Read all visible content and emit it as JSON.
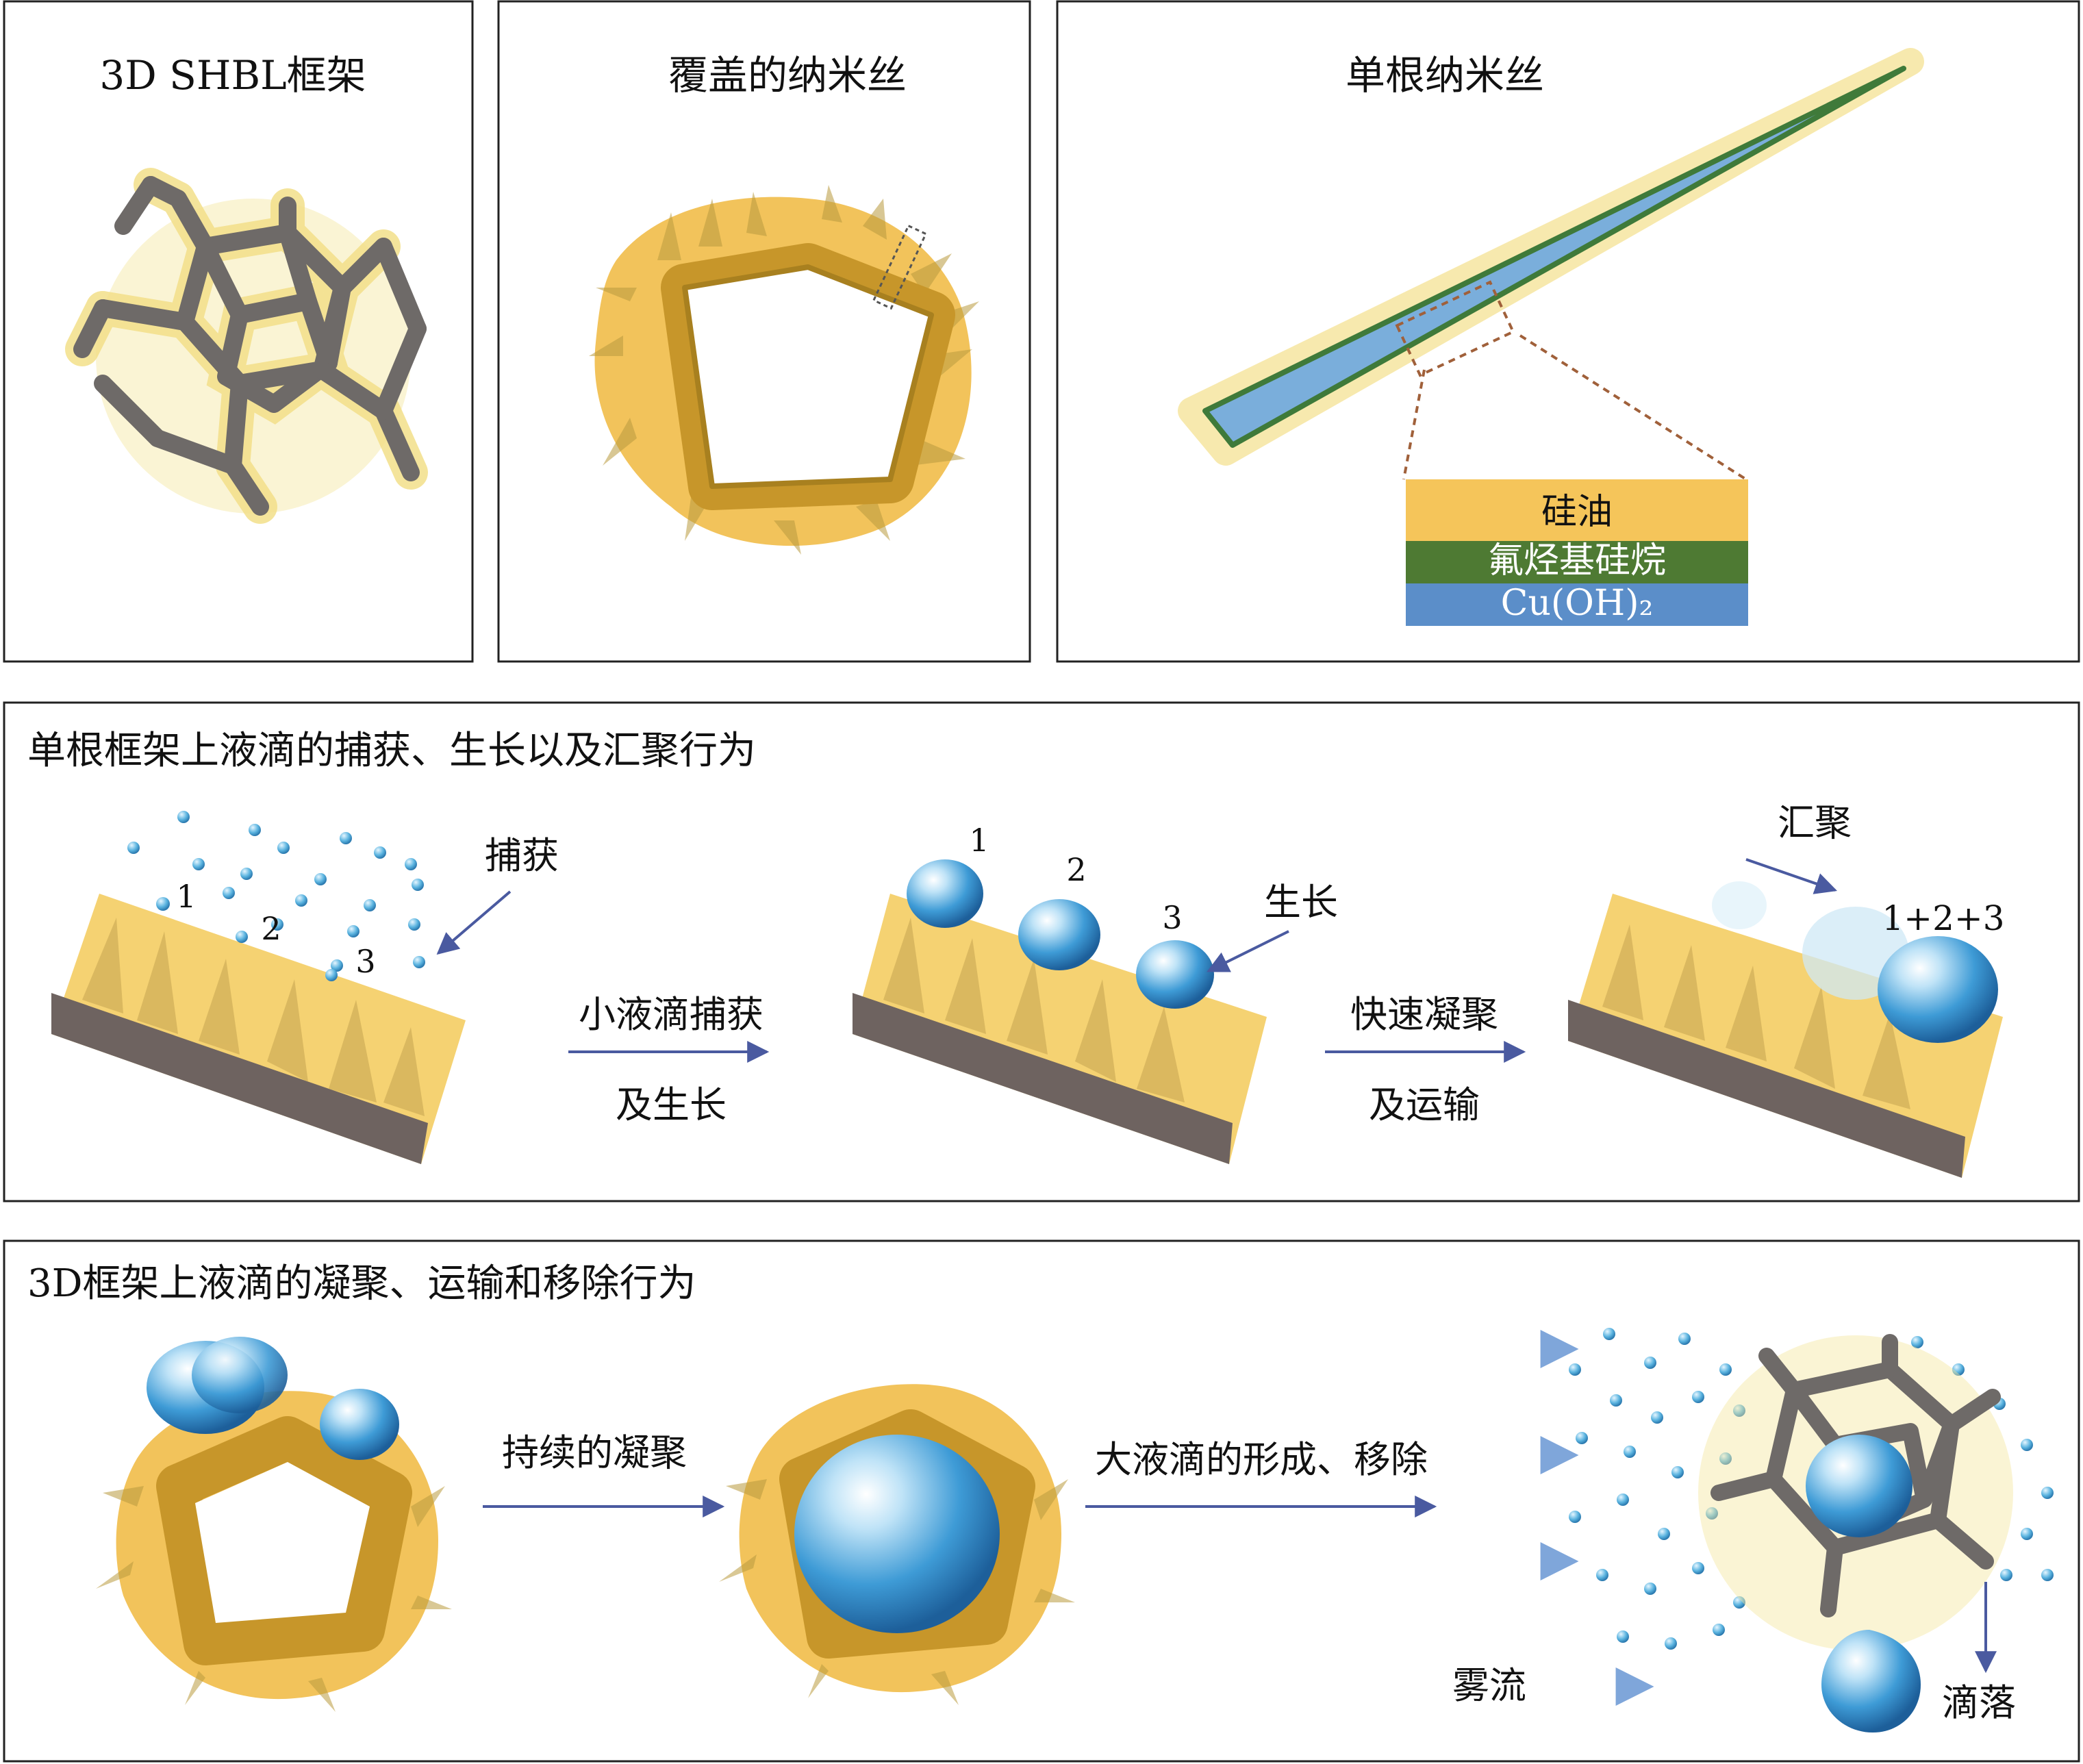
{
  "panel_a": {
    "title": "3D SHBL框架"
  },
  "panel_b": {
    "title": "覆盖的纳米丝"
  },
  "panel_c": {
    "title": "单根纳米丝",
    "layers": [
      {
        "label": "硅油",
        "color": "#F5C55A"
      },
      {
        "label": "氟烃基硅烷",
        "color": "#4E7A33"
      },
      {
        "label": "Cu(OH)₂",
        "color": "#5B8EC9"
      }
    ]
  },
  "middle": {
    "title": "单根框架上液滴的捕获、生长以及汇聚行为",
    "capture_label": "捕获",
    "num1": "1",
    "num2": "2",
    "num3": "3",
    "arrow1_top": "小液滴捕获",
    "arrow1_bottom": "及生长",
    "growth_label": "生长",
    "arrow2_top": "快速凝聚",
    "arrow2_bottom": "及运输",
    "merge_label": "汇聚",
    "merge_sum": "1+2+3"
  },
  "bottom": {
    "title": "3D框架上液滴的凝聚、运输和移除行为",
    "arrow1_label": "持续的凝聚",
    "arrow2_label": "大液滴的形成、移除",
    "fog_label": "雾流",
    "drip_label": "滴落"
  },
  "colors": {
    "gold": "#F5C55A",
    "dark_gold": "#C7962A",
    "frame_gray": "#6E6A68",
    "substrate": "#6E6360",
    "water": "#4FA3DA",
    "arrow": "#4A5AA0",
    "nanowire_blue": "#7AAEDB",
    "nanowire_edge": "#3F7A3A"
  }
}
